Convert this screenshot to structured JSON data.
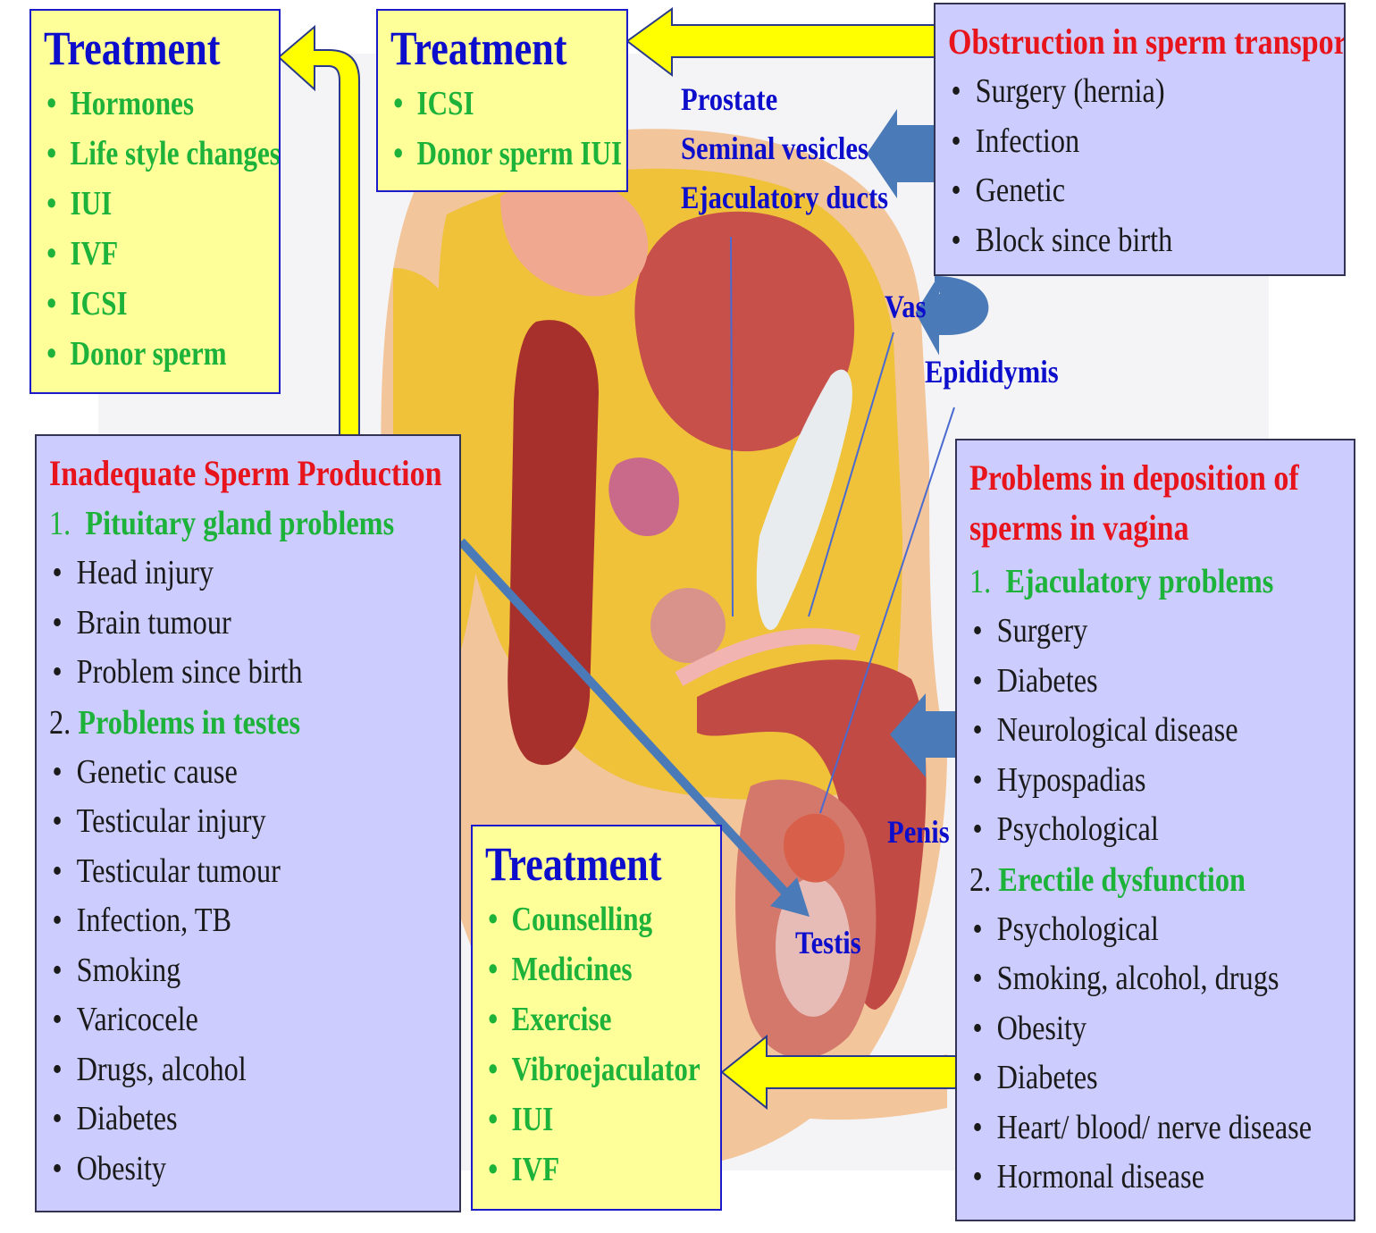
{
  "treatment_left": {
    "title": "Treatment",
    "items": [
      "Hormones",
      "Life style changes",
      "IUI",
      "IVF",
      "ICSI",
      "Donor sperm"
    ]
  },
  "treatment_mid": {
    "title": "Treatment",
    "items": [
      "ICSI",
      "Donor sperm IUI"
    ]
  },
  "treatment_bottom": {
    "title": "Treatment",
    "items": [
      "Counselling",
      "Medicines",
      "Exercise",
      "Vibroejaculator",
      "IUI",
      "IVF"
    ]
  },
  "obstruction": {
    "title": "Obstruction in sperm transport",
    "items": [
      "Surgery (hernia)",
      "Infection",
      "Genetic",
      "Block since birth"
    ]
  },
  "production": {
    "title": "Inadequate Sperm Production",
    "section1_num": "1.",
    "section1_label": "Pituitary gland problems",
    "section1_items": [
      "Head injury",
      "Brain tumour",
      "Problem since birth"
    ],
    "section2_num": "2.",
    "section2_label": "Problems in testes",
    "section2_items": [
      "Genetic cause",
      "Testicular injury",
      "Testicular tumour",
      "Infection, TB",
      "Smoking",
      "Varicocele",
      "Drugs, alcohol",
      "Diabetes",
      "Obesity"
    ]
  },
  "deposition": {
    "title_line1": "Problems in deposition of",
    "title_line2": "sperms in vagina",
    "section1_num": "1.",
    "section1_label": "Ejaculatory problems",
    "section1_items": [
      "Surgery",
      "Diabetes",
      "Neurological disease",
      "Hypospadias",
      "Psychological"
    ],
    "section2_num": "2.",
    "section2_label": "Erectile dysfunction",
    "section2_items": [
      "Psychological",
      "Smoking, alcohol, drugs",
      "Obesity",
      "Diabetes",
      "Heart/ blood/ nerve disease",
      "Hormonal disease"
    ]
  },
  "labels": {
    "prostate": "Prostate",
    "seminal_vesicles": "Seminal vesicles",
    "ejaculatory_ducts": "Ejaculatory ducts",
    "vas": "Vas",
    "epididymis": "Epididymis",
    "penis": "Penis",
    "testis": "Testis"
  },
  "colors": {
    "treatment_bg": "#ffff99",
    "problem_bg": "#ccccff",
    "heading_blue": "#0d0dcc",
    "heading_red": "#e8141b",
    "item_green": "#1db23a",
    "arrow_yellow": "#ffff00",
    "arrow_blue": "#4a7ab8"
  }
}
